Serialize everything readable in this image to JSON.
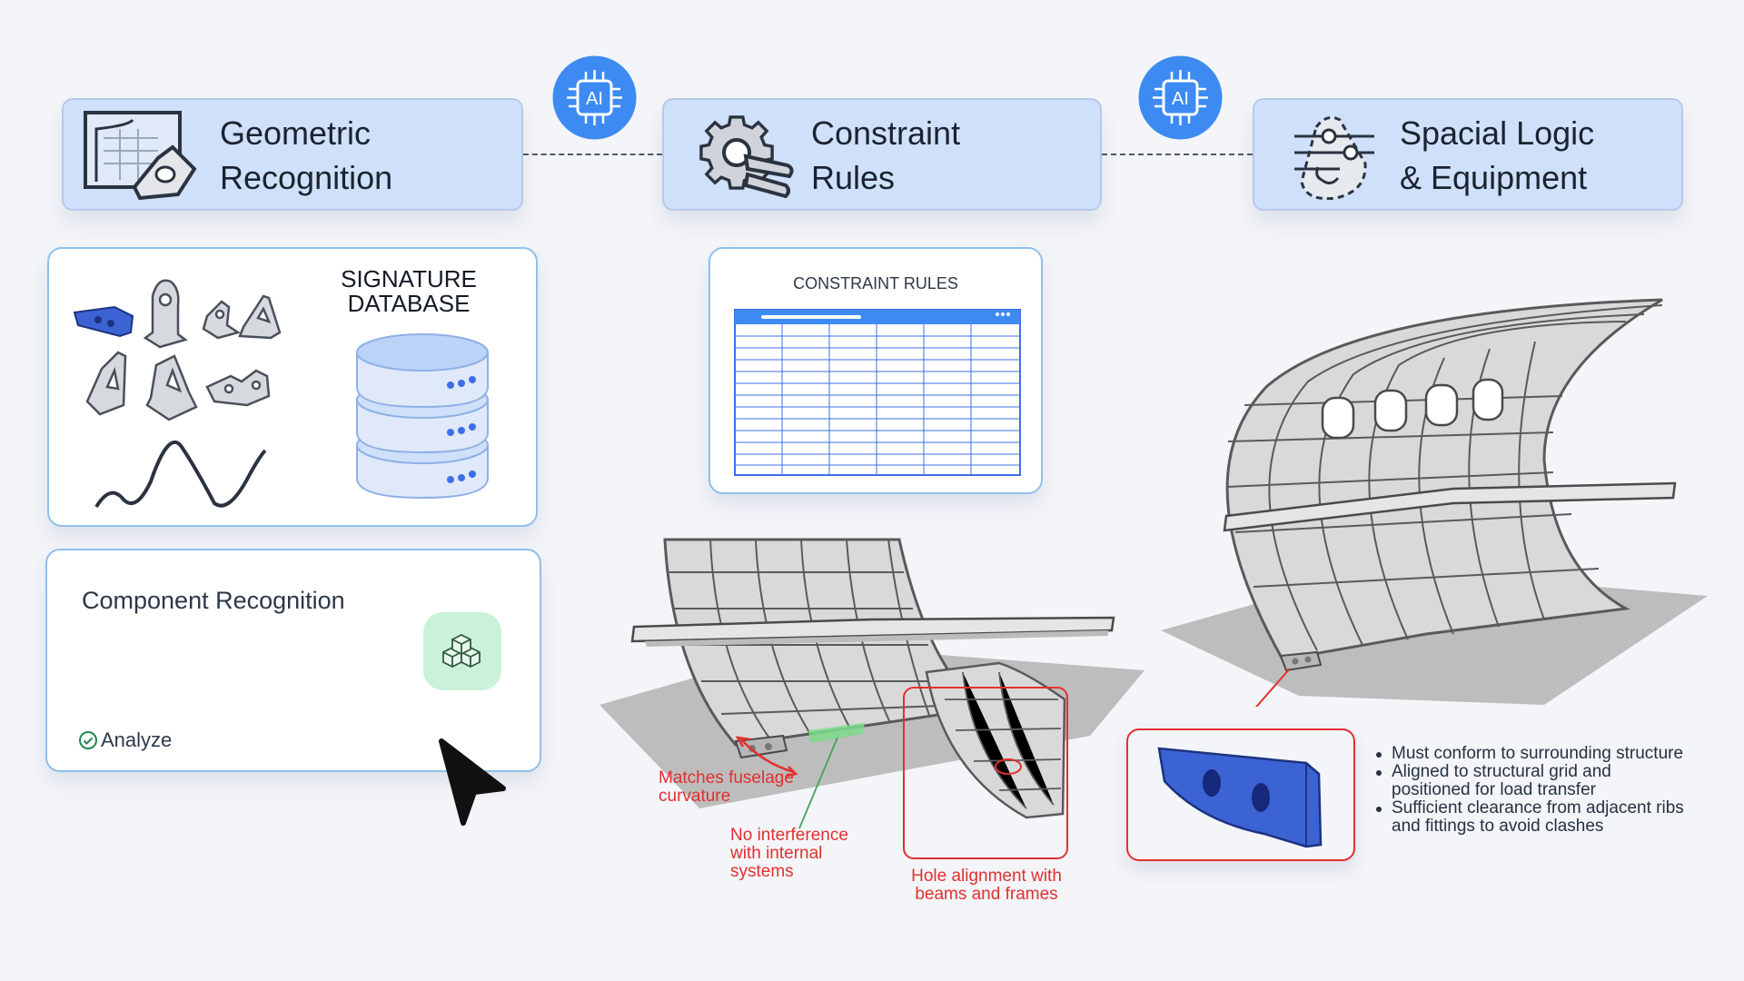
{
  "steps": [
    {
      "line1": "Geometric",
      "line2": "Recognition",
      "icon": "blueprint-bracket-icon"
    },
    {
      "line1": "Constraint",
      "line2": "Rules",
      "icon": "gear-wrench-icon"
    },
    {
      "line1": "Spacial Logic",
      "line2": "& Equipment",
      "icon": "sliders-part-icon"
    }
  ],
  "ai_badges": [
    {
      "label": "AI"
    },
    {
      "label": "AI"
    }
  ],
  "signature_db": {
    "title_line1": "SIGNATURE",
    "title_line2": "DATABASE"
  },
  "component_card": {
    "title": "Component Recognition",
    "action": "Analyze"
  },
  "constraint_card": {
    "title": "CONSTRAINT RULES"
  },
  "annotations": {
    "curvature_line1": "Matches fuselage",
    "curvature_line2": "curvature",
    "interference_line1": "No interference",
    "interference_line2": "with internal",
    "interference_line3": "systems",
    "hole_line1": "Hole alignment with",
    "hole_line2": "beams and frames"
  },
  "requirements": [
    {
      "line1": "Must conform to surrounding structure",
      "line2": ""
    },
    {
      "line1": "Aligned to structural grid and",
      "line2": "positioned for load transfer"
    },
    {
      "line1": "Sufficient clearance from adjacent ribs",
      "line2": "and fittings to avoid clashes"
    }
  ],
  "colors": {
    "step_fill": "#cfe0fb",
    "ai_blue": "#3d8bf2",
    "card_border": "#8fc0ec",
    "alert_red": "#e2302f",
    "part_blue": "#3c63d4",
    "analyze_green": "#c9f2d8"
  }
}
